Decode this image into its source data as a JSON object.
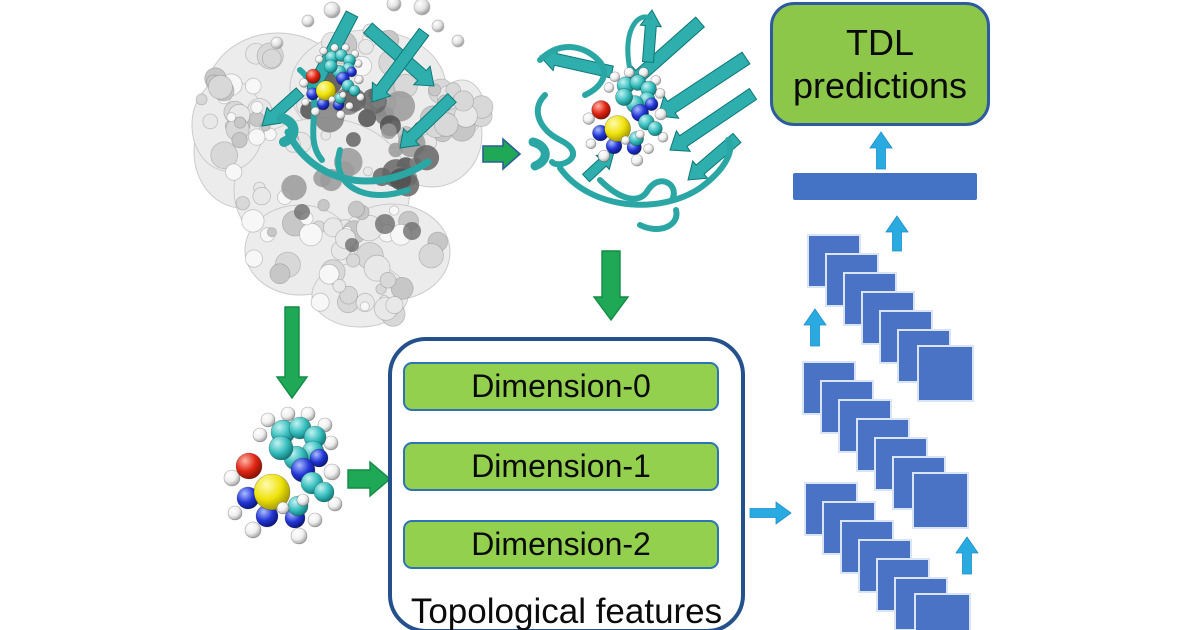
{
  "figure": {
    "type": "workflow-diagram",
    "tdl_box": {
      "label": "TDL predictions",
      "fill": "#8DC74A",
      "border": "#2E5B9F"
    },
    "feature_box": {
      "caption": "Topological features",
      "border": "#24508C",
      "item_fill": "#92D04E",
      "item_border": "#2E74B5",
      "items": [
        {
          "label": "Dimension-0"
        },
        {
          "label": "Dimension-1"
        },
        {
          "label": "Dimension-2"
        }
      ]
    },
    "network": {
      "layer_groups": 3,
      "feature_maps_per_group": 7,
      "square_color": "#4A73C5",
      "dense_bar_color": "#4472C4"
    },
    "arrows": {
      "green_color": "#1FA855",
      "cyan_color": "#29ABE2",
      "green": [
        "complex-to-pocket-right",
        "complex-to-ligand-down",
        "pocket-to-features-down",
        "ligand-to-features-right"
      ],
      "cyan": [
        "features-to-network-right",
        "network-up-1",
        "network-up-2",
        "network-up-3",
        "bar-to-predictions-up"
      ]
    },
    "illustration_colors": {
      "ribbon_teal": "#2EAEAC",
      "surface_gray": "#ECECEC",
      "atom_carbon_cyan": "#38BEBE",
      "atom_nitrogen_blue": "#2336D6",
      "atom_oxygen_red": "#E02412",
      "atom_sulfur_yellow": "#EFE20C",
      "atom_hydrogen_white": "#EFEFEF"
    }
  }
}
